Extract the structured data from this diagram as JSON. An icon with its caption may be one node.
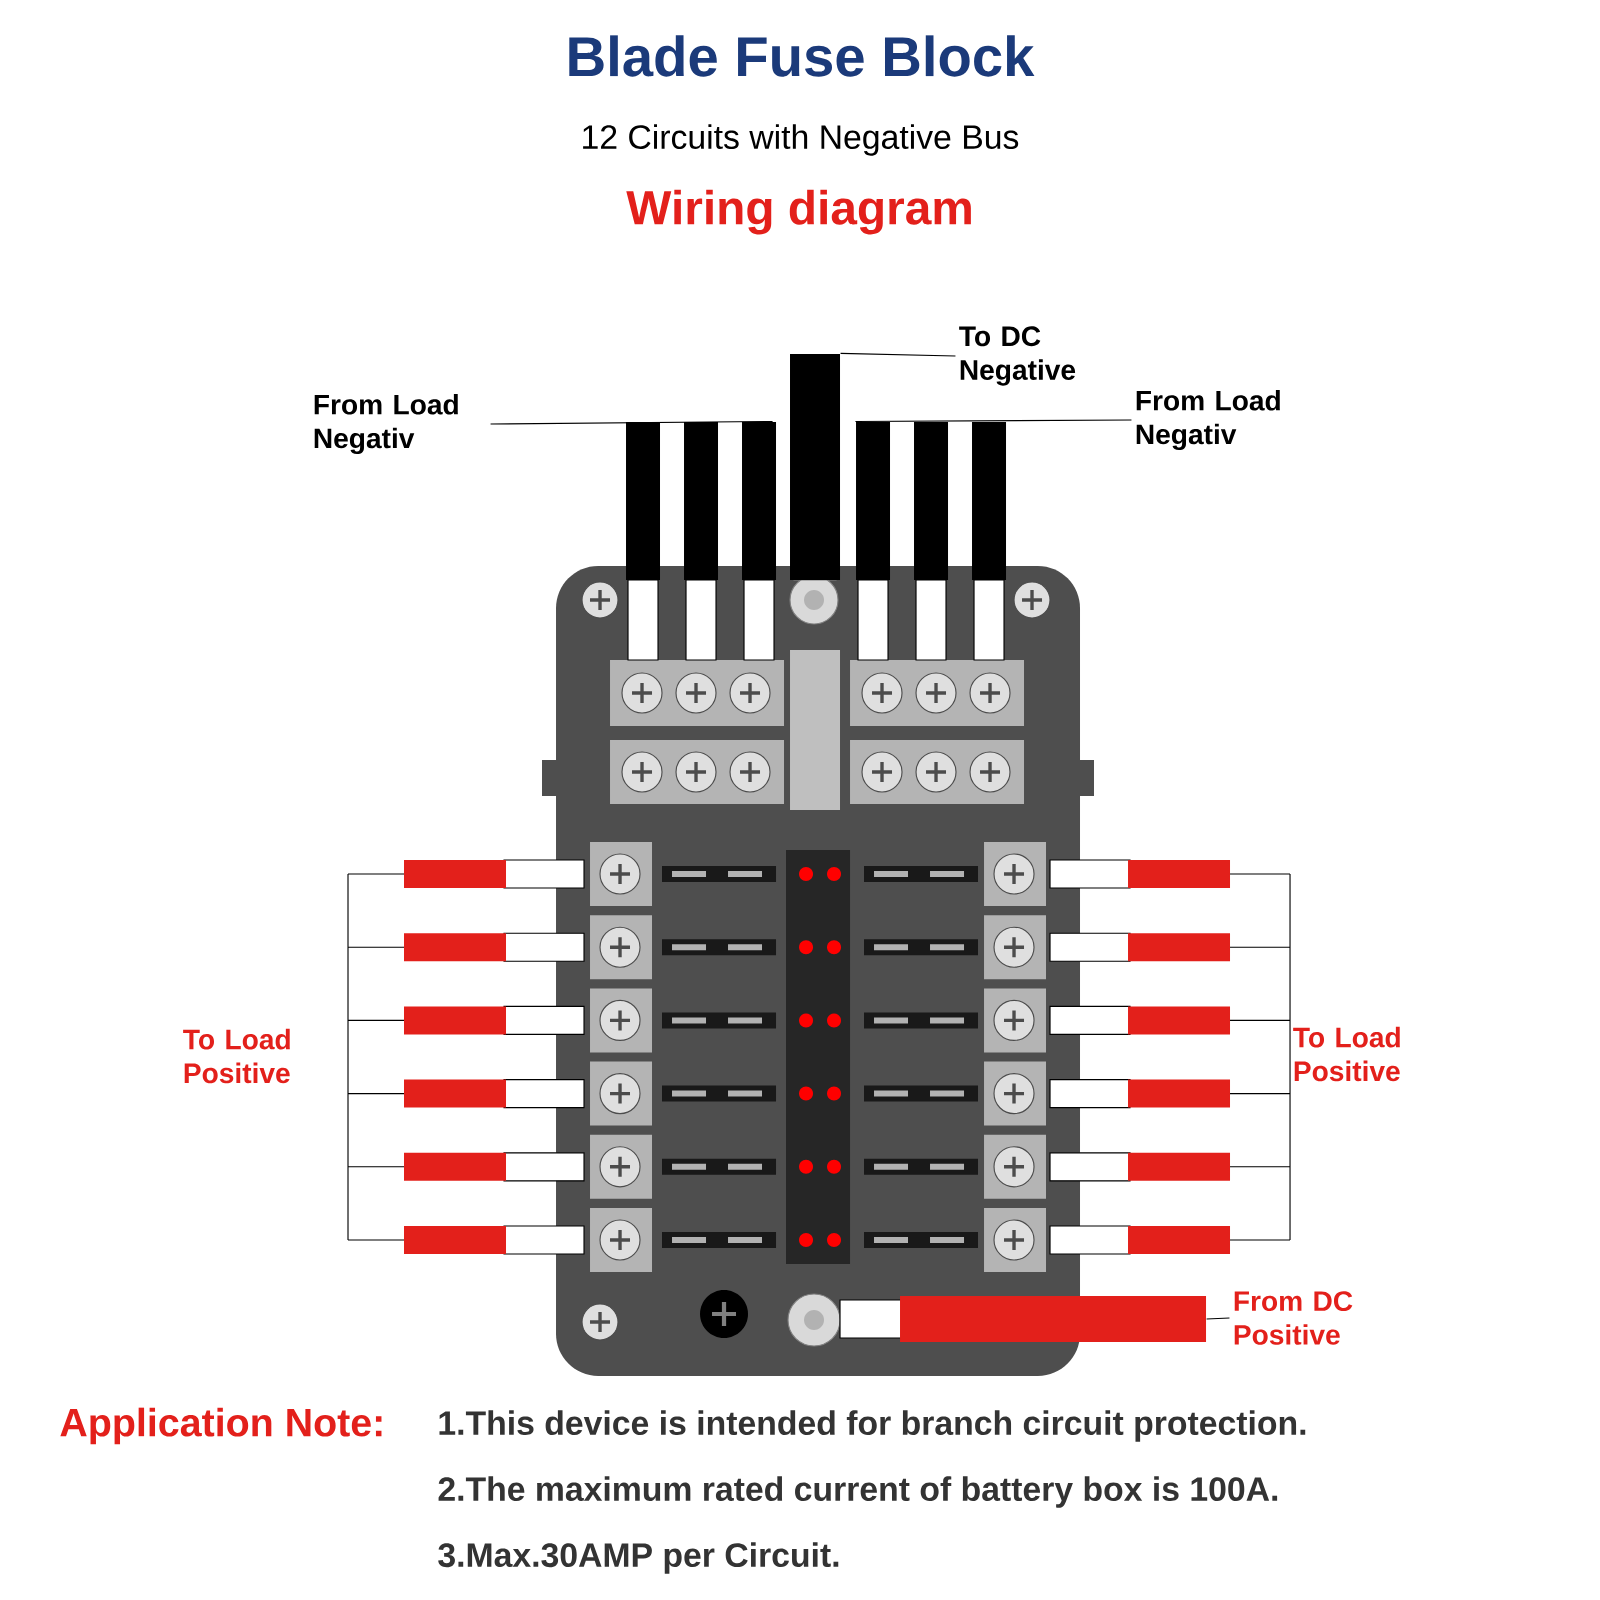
{
  "diagram": {
    "title": "Blade Fuse Block",
    "nodes": [
      {
        "text": [
          "From Load Negativ"
        ]
      },
      {
        "text": [],
        "shape": "bar"
      },
      {
        "text": [
          "To DC Negative"
        ]
      },
      {
        "text": [],
        "shape": "bar"
      },
      {
        "text": [
          "From Load Negativ"
        ]
      },
      {
        "text": [],
        "shape": "bar"
      },
      {
        "text": [
          "From DC Positive"
        ]
      },
      {
        "text": [],
        "shape": "bar"
      }
    ],
    "edges": [
      {
        "from": 0,
        "to": 1,
        "arrow": "none"
      },
      {
        "from": 2,
        "to": 3,
        "arrow": "none"
      },
      {
        "from": 4,
        "to": 5,
        "arrow": "none"
      },
      {
        "from": 6,
        "to": 7,
        "arrow": "none"
      }
    ],
    "labels": [
      "12 Circuits with Negative Bus",
      "Wiring diagram",
      "To Load Positive",
      "To Load Positive",
      "Application Note:",
      "1.This device is intended for branch circuit protection.",
      "2.The maximum rated current of battery box is 100A.",
      "3.Max.30AMP per Circuit."
    ]
  }
}
